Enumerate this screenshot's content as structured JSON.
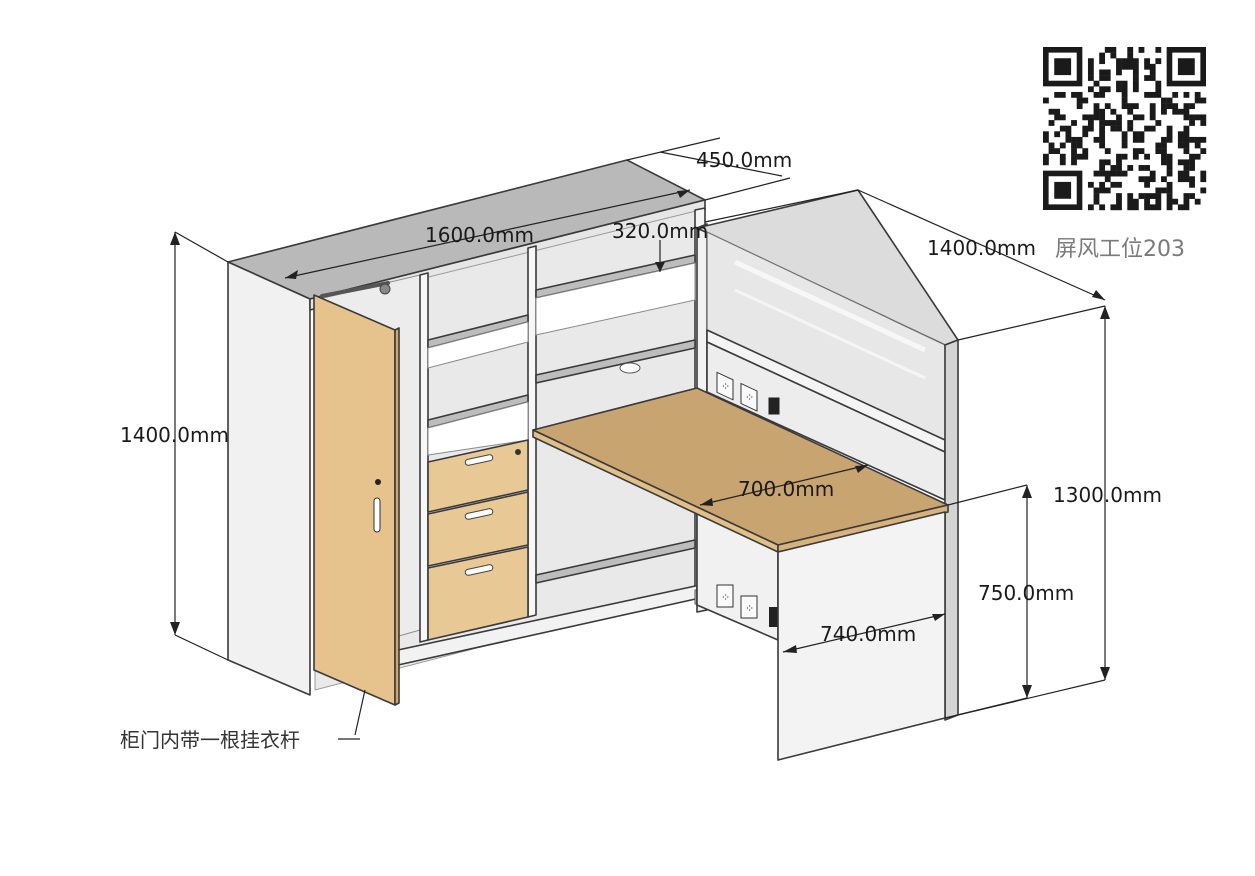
{
  "title": "屏风工位203",
  "note": "柜门内带一根挂衣杆",
  "dimensions": {
    "cabinet_depth": "450.0mm",
    "cabinet_length": "1600.0mm",
    "shelf_depth": "320.0mm",
    "desk_length": "1400.0mm",
    "cabinet_height": "1400.0mm",
    "screen_height": "1300.0mm",
    "desk_depth": "700.0mm",
    "desk_height": "750.0mm",
    "desk_leg_width": "740.0mm"
  },
  "colors": {
    "panel": "#f2f2f2",
    "panel_side": "#e2e2e2",
    "top": "#b9b9b9",
    "shelf": "#bdbdbd",
    "wood": "#e8c895",
    "wood_top": "#c8a470",
    "glass": "#e7e7e7",
    "qr": "#1a1a1a"
  }
}
